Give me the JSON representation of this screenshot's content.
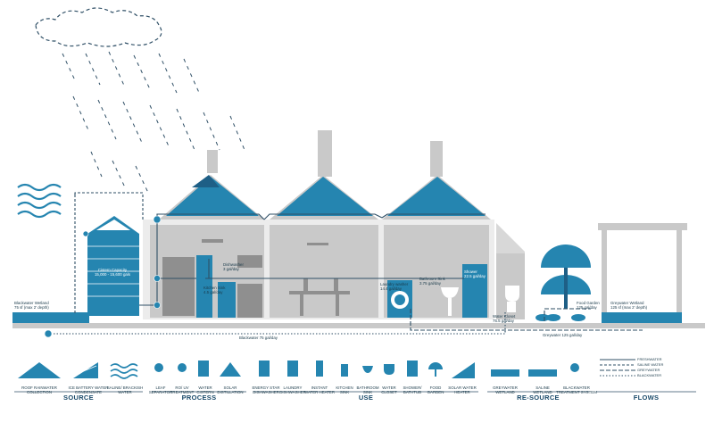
{
  "palette": {
    "blue": "#2585b0",
    "dark": "#1e5f86",
    "gray": "#c9c9c9",
    "darkgray": "#8f8f8f",
    "line": "#2f4f66"
  },
  "labels": {
    "blackwater_wetland": "Blackwater Wetland\n75 sf (max 2' depth)",
    "cistern": "Cistern Capacity\n15,000 - 15,600 gals",
    "dishwasher": "Dishwasher\n3 gal/day",
    "kitchen_sink": "Kitchen Sink\n4.5 gal/day",
    "laundry": "Laundry washer\n14.4 gal/day",
    "bathroom_sink": "Bathroom Sink\n3.75 gal/day",
    "shower": "Shower\n22.5 gal/day",
    "water_closet": "Water Closet\n75.5 gal/day",
    "food_garden": "Food Garden\n125 gal/day",
    "greywater_wetland": "Greywater Wetland\n125 sf (max 2' depth)",
    "blackwater_flow": "Blackwater 75 gal/day",
    "greywater_flow": "Greywater 125 gal/day"
  },
  "legend": {
    "source": [
      "ROOF RAINWATER\nCOLLECTION",
      "ICE BATTERY WATER\nCONDENSATE",
      "SALINE/ BRACKISH\nWATER"
    ],
    "process": [
      "LEAF\nSEPARATOR",
      "RO/ UV\nTREATMENT",
      "WATER\nCISTERN",
      "SOLAR\nDISTILLATION"
    ],
    "use": [
      "ENERGY STAR\nDISHWASHER",
      "LAUNDRY\nDISHWASHER",
      "INSTANT\nWATER HEATER",
      "KITCHEN\nSINK",
      "BATHROOM\nSINK",
      "WATER\nCLOSET",
      "SHOWER/\nBATHTUB",
      "FOOD\nGARDEN",
      "SOLAR WATER\nHEATER"
    ],
    "resource": [
      "GREYWATER\nWETLAND",
      "SALINE\nWETLAND",
      "BLACKWATER\nTREATMENT SYSTEM"
    ]
  },
  "categories": {
    "source": "SOURCE",
    "process": "PROCESS",
    "use": "USE",
    "resource": "RE-SOURCE",
    "flows": "FLOWS"
  },
  "flows": {
    "fresh": "FRESHWATER",
    "saline": "SALINE WATER",
    "grey": "GREYWATER",
    "black": "BLACKWATER"
  }
}
